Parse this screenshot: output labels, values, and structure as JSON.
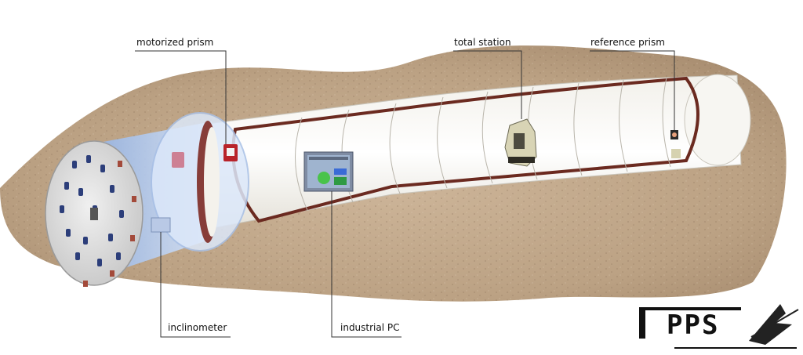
{
  "labels": {
    "motorized_prism": "motorized prism",
    "total_station": "total station",
    "reference_prism": "reference prism",
    "inclinometer": "inclinometer",
    "industrial_pc": "industrial PC"
  },
  "logo": {
    "text": "PPS"
  }
}
